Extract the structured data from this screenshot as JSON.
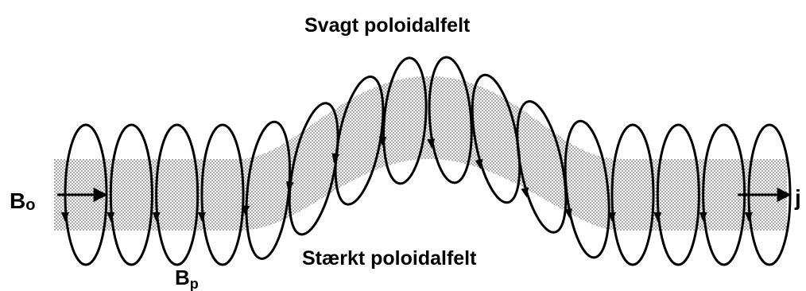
{
  "diagram": {
    "label_top": "Svagt poloidalfelt",
    "label_bottom": "Stærkt poloidalfelt",
    "label_b0": "B",
    "label_b0_sub": "o",
    "label_bp": "B",
    "label_bp_sub": "p",
    "label_j": "j",
    "loop_count": 16,
    "colors": {
      "ink": "#000000",
      "tube_fill": "#9a9a9a",
      "background": "#ffffff"
    }
  }
}
